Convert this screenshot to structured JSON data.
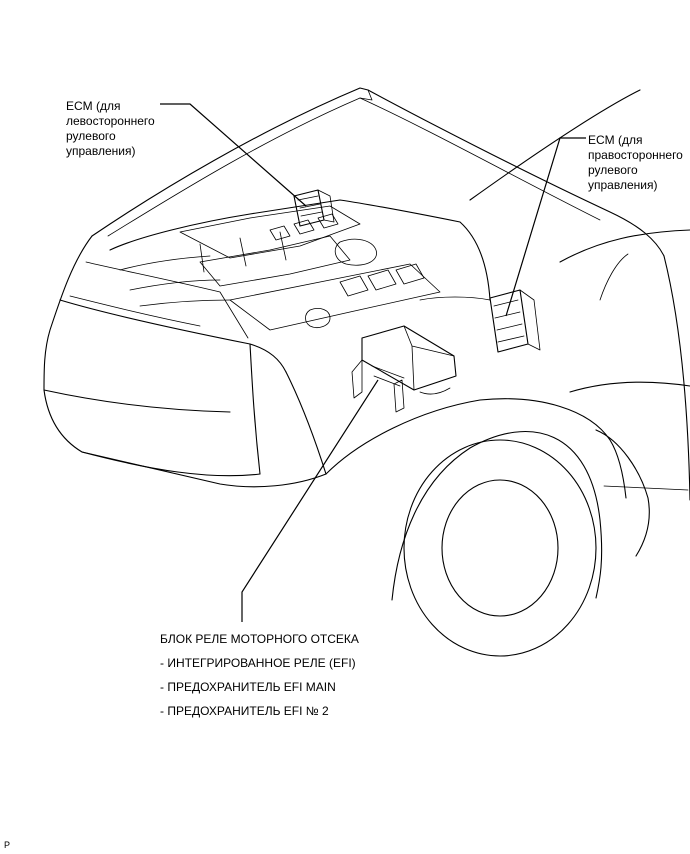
{
  "labels": {
    "ecm_left": [
      "ECM (для",
      "левостороннего",
      "рулевого",
      "управления)"
    ],
    "ecm_right": [
      "ECM (для",
      "правостороннего",
      "рулевого",
      "управления)"
    ],
    "relay_block": {
      "title": "БЛОК РЕЛЕ МОТОРНОГО ОТСЕКА",
      "items": [
        "- ИНТЕГРИРОВАННОЕ РЕЛЕ (EFI)",
        "- ПРЕДОХРАНИТЕЛЬ EFI MAIN",
        "- ПРЕДОХРАНИТЕЛЬ EFI № 2"
      ]
    }
  },
  "page_code": "P"
}
